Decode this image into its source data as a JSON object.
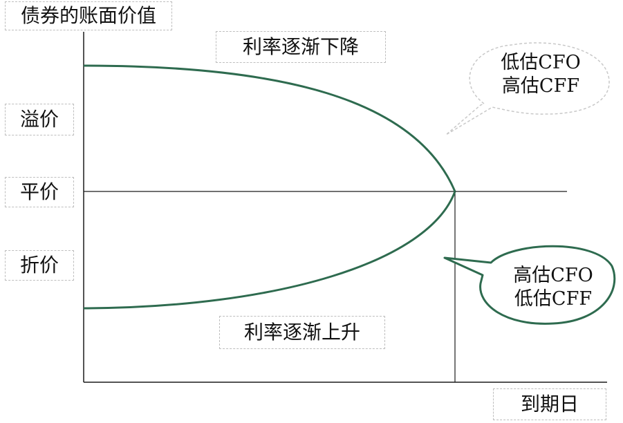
{
  "diagram": {
    "y_axis_label": "债券的账面价值",
    "x_axis_label": "到期日",
    "levels": {
      "premium": "溢价",
      "par": "平价",
      "discount": "折价"
    },
    "upper_curve_label": "利率逐渐下降",
    "lower_curve_label": "利率逐渐上升",
    "upper_callout": {
      "line1": "低估CFO",
      "line2": "高估CFF"
    },
    "lower_callout": {
      "line1": "高估CFO",
      "line2": "低估CFF"
    },
    "colors": {
      "curve": "#2e6b4f",
      "axis": "#1a1a1a",
      "dashed_border": "#bdbdbd",
      "callout_dashed": "#c8c8c8"
    }
  }
}
